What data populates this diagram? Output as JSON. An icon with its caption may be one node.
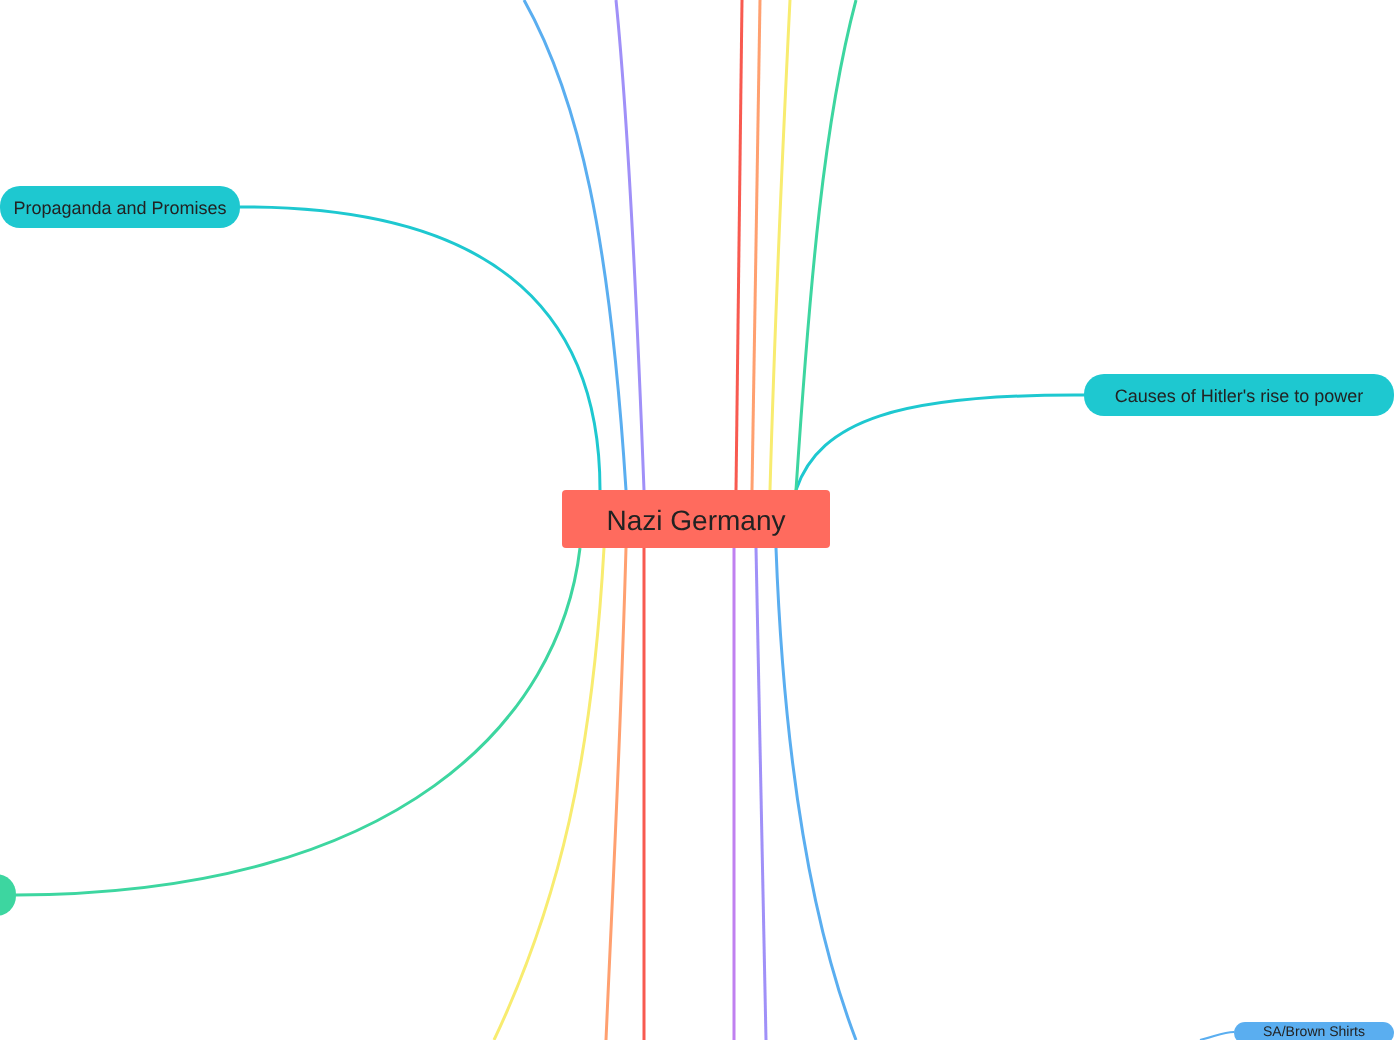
{
  "diagram": {
    "nodes": [
      {
        "text": [
          "Nazi Germany"
        ]
      },
      {
        "text": [
          "Propaganda and Promises"
        ]
      },
      {
        "text": [
          "Causes of Hitler's rise to power"
        ]
      },
      {
        "text": [],
        "shape": "box"
      },
      {
        "text": [
          "SA/Brown Shirts"
        ]
      }
    ],
    "edges": [
      {
        "from": 0,
        "to": 1,
        "arrow": "none",
        "color": "#1ec8d0"
      },
      {
        "from": 0,
        "to": 2,
        "arrow": "none",
        "color": "#1ec8d0"
      },
      {
        "from": 0,
        "to": 3,
        "arrow": "none",
        "color": "#3dd6a0"
      },
      {
        "from": 0,
        "to": null,
        "arrow": "none",
        "color": "#5aaef0"
      },
      {
        "from": 0,
        "to": null,
        "arrow": "none",
        "color": "#a090f8"
      },
      {
        "from": 0,
        "to": null,
        "arrow": "none",
        "color": "#f85a50"
      },
      {
        "from": 0,
        "to": null,
        "arrow": "none",
        "color": "#ffa070"
      },
      {
        "from": 0,
        "to": null,
        "arrow": "none",
        "color": "#f8ec70"
      },
      {
        "from": 0,
        "to": null,
        "arrow": "none",
        "color": "#3dd6a0"
      },
      {
        "from": 0,
        "to": null,
        "arrow": "none",
        "color": "#f8ec70"
      },
      {
        "from": 0,
        "to": null,
        "arrow": "none",
        "color": "#ffa070"
      },
      {
        "from": 0,
        "to": null,
        "arrow": "none",
        "color": "#f85a50"
      },
      {
        "from": 0,
        "to": null,
        "arrow": "none",
        "color": "#c080f0"
      },
      {
        "from": 0,
        "to": null,
        "arrow": "none",
        "color": "#a090f8"
      },
      {
        "from": 0,
        "to": null,
        "arrow": "none",
        "color": "#5aaef0"
      }
    ]
  }
}
